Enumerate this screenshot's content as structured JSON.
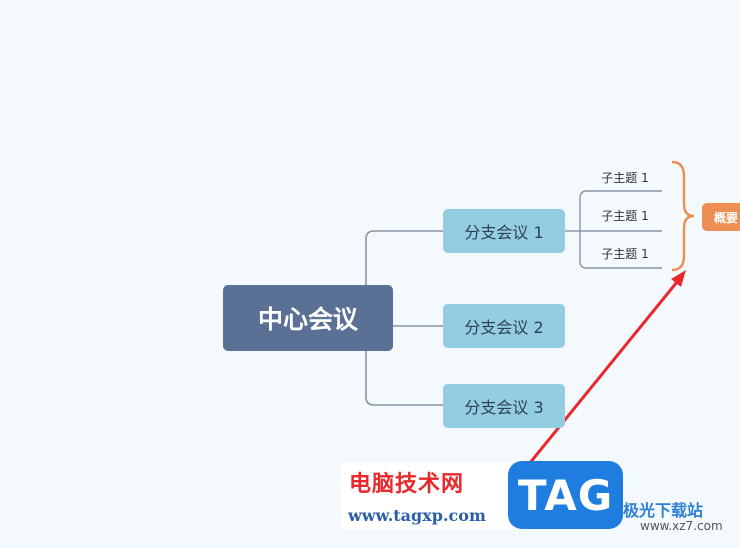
{
  "mindmap": {
    "central": "中心会议",
    "branches": [
      {
        "label": "分支会议 1",
        "subtopics": [
          "子主题 1",
          "子主题 1",
          "子主题 1"
        ]
      },
      {
        "label": "分支会议 2"
      },
      {
        "label": "分支会议 3"
      }
    ],
    "summary": "概要"
  },
  "watermark": {
    "site_cn": "电脑技术网",
    "site_url": "www.tagxp.com",
    "logo": "TAG",
    "brand2": "极光下载站",
    "brand2_url": "www.xz7.com"
  },
  "colors": {
    "central": "#5b7095",
    "branch": "#93cde2",
    "connector": "#8a93a3",
    "brace": "#ef8e52",
    "arrow": "#e8282c"
  }
}
